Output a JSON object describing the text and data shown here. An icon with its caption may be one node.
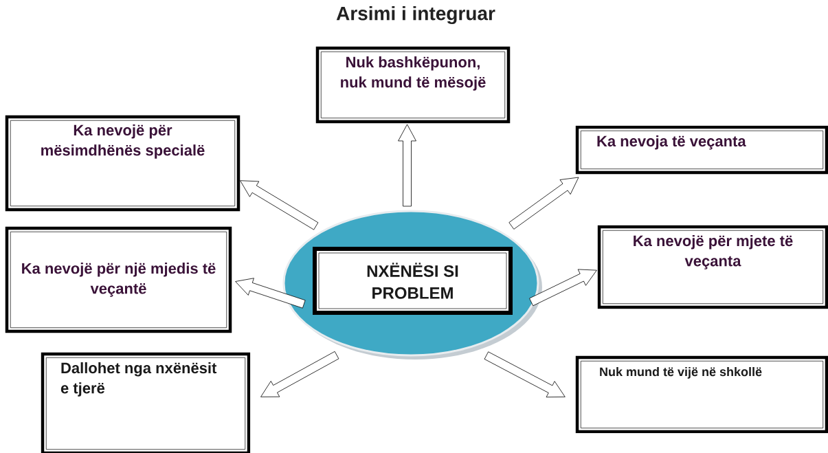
{
  "diagram": {
    "title": "Arsimi i integruar",
    "nodes": [
      {
        "text": [
          "Nuk bashkëpunon, nuk mund të mësojë"
        ]
      },
      {
        "text": [
          "Ka nevojë për mësimdhënës specialë"
        ]
      },
      {
        "text": [
          "Ka nevoja të veçanta"
        ]
      },
      {
        "text": [],
        "shape": "ellipse"
      },
      {
        "text": [
          "NXËNËSI SI PROBLEM"
        ],
        "in": 3
      },
      {
        "text": [
          "Ka nevojë për një mjedis të veçantë"
        ]
      },
      {
        "text": [
          "Ka nevojë për mjete të veçanta"
        ]
      },
      {
        "text": [
          "Dallohet nga nxënësit e tjerë"
        ]
      },
      {
        "text": [
          "Nuk mund të vijë në shkollë"
        ]
      }
    ],
    "edges": [
      {
        "from": 3,
        "to": 0,
        "arrow": "to"
      },
      {
        "from": 3,
        "to": 1,
        "arrow": "to"
      },
      {
        "from": 3,
        "to": 2,
        "arrow": "to"
      },
      {
        "from": 3,
        "to": 5,
        "arrow": "to"
      },
      {
        "from": 3,
        "to": 6,
        "arrow": "to"
      },
      {
        "from": 3,
        "to": 7,
        "arrow": "to"
      },
      {
        "from": 3,
        "to": 8,
        "arrow": "to"
      }
    ]
  }
}
